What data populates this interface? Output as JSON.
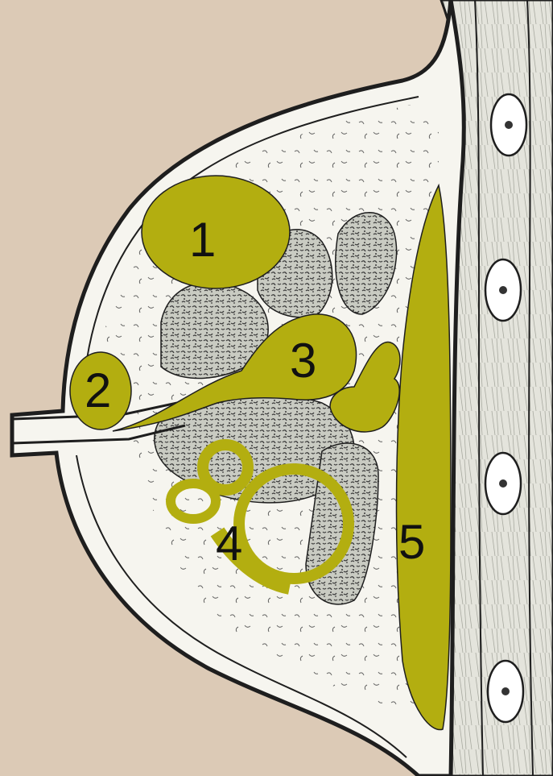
{
  "colors": {
    "background": "#dccab6",
    "tissue": "#f6f5ef",
    "gland": "#b3ae10",
    "stroke": "#1e1e1e",
    "muscle": "#e4e4dc"
  },
  "labels": {
    "l1": "1",
    "l2": "2",
    "l3": "3",
    "l4": "4",
    "l5": "5"
  }
}
